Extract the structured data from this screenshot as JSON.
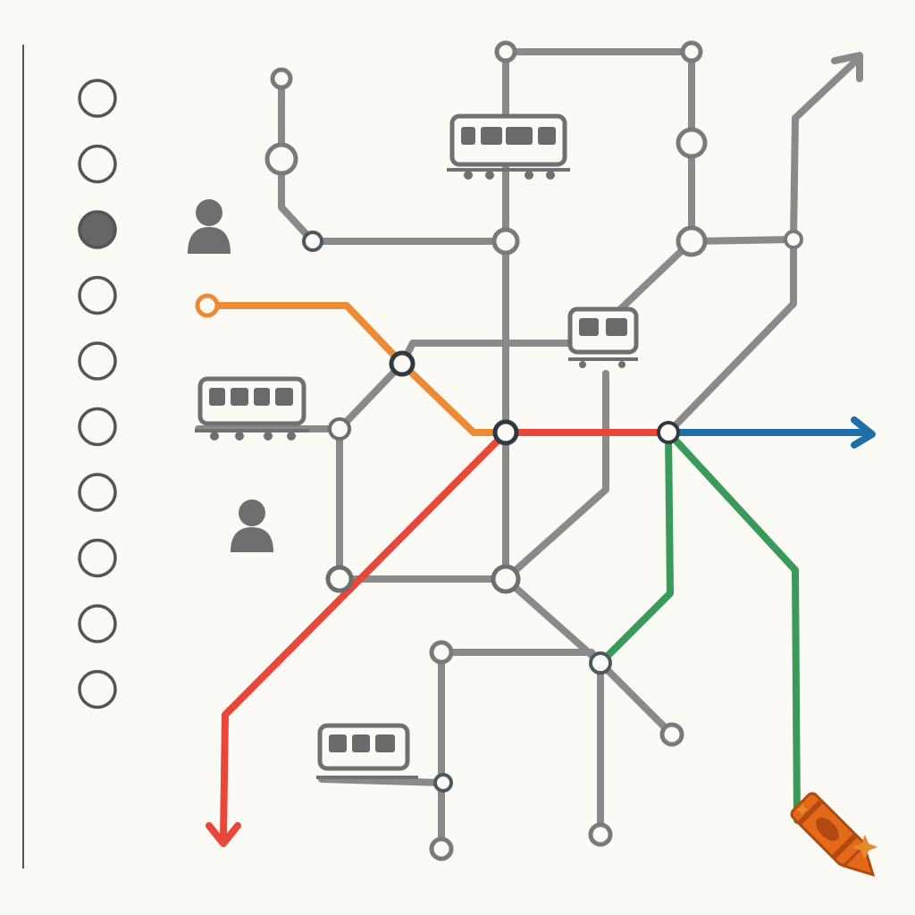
{
  "colors": {
    "background": "#fbfaf4",
    "grey_line": "#8a8a8a",
    "orange_line": "#ee8a33",
    "red_line": "#e8473a",
    "blue_line": "#1f6fa8",
    "green_line": "#3a9a5a",
    "station_ring": "#6e6e6e",
    "interchange_ring": "#2f3a40",
    "crayon": "#e46a1a"
  },
  "stepper": {
    "count": 10,
    "active_index": 2
  },
  "icons": {
    "trains": [
      "train-icon-top",
      "train-icon-right",
      "train-icon-left",
      "train-icon-bottom"
    ],
    "people": [
      "person-icon-upper",
      "person-icon-lower"
    ],
    "tool": "crayon-icon"
  }
}
